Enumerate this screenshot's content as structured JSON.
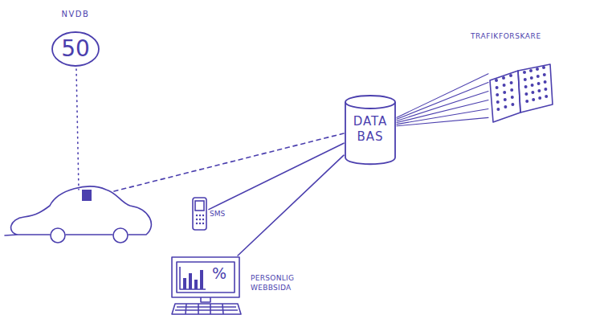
{
  "diagram": {
    "nodes": [
      {
        "text": [
          "NVDB",
          "50"
        ]
      },
      {
        "text": [
          "DATA BAS"
        ]
      },
      {
        "text": [
          "TRAFIKFORSKARE"
        ]
      },
      {
        "text": [
          "SMS"
        ]
      },
      {
        "text": [
          "%",
          "PERSONLIG WEBBSIDA"
        ]
      }
    ],
    "edges": [
      {
        "from": 1,
        "to": 2,
        "arrow": "none"
      },
      {
        "from": 1,
        "to": 3,
        "arrow": "none"
      },
      {
        "from": 1,
        "to": 4,
        "arrow": "none"
      }
    ]
  }
}
